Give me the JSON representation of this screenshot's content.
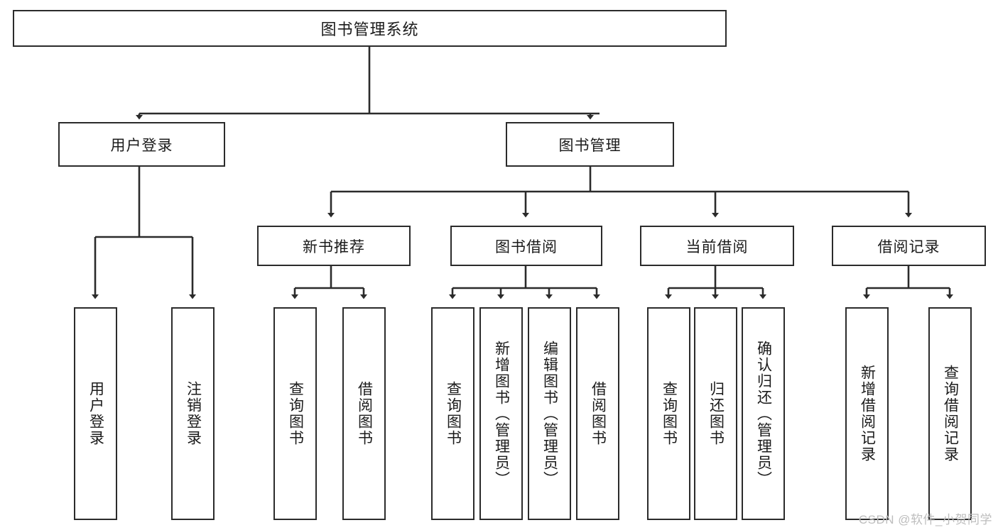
{
  "diagram": {
    "title": "图书管理系统",
    "type": "tree-hierarchy-diagram",
    "root": {
      "label": "图书管理系统"
    },
    "level2": [
      {
        "label": "用户登录"
      },
      {
        "label": "图书管理"
      }
    ],
    "level3": [
      {
        "label": "新书推荐"
      },
      {
        "label": "图书借阅"
      },
      {
        "label": "当前借阅"
      },
      {
        "label": "借阅记录"
      }
    ],
    "leaves": {
      "user_login": [
        {
          "label": "用户登录"
        },
        {
          "label": "注销登录"
        }
      ],
      "new_book_recommend": [
        {
          "label": "查询图书"
        },
        {
          "label": "借阅图书"
        }
      ],
      "book_borrow": [
        {
          "label": "查询图书"
        },
        {
          "label": "新增图书（管理员）"
        },
        {
          "label": "编辑图书（管理员）"
        },
        {
          "label": "借阅图书"
        }
      ],
      "current_borrow": [
        {
          "label": "查询图书"
        },
        {
          "label": "归还图书"
        },
        {
          "label": "确认归还（管理员）"
        }
      ],
      "borrow_record": [
        {
          "label": "新增借阅记录"
        },
        {
          "label": "查询借阅记录"
        }
      ]
    }
  },
  "watermark": {
    "text": "CSDN @软件_小贺同学"
  },
  "colors": {
    "stroke": "#2b2b2b",
    "background": "#ffffff",
    "text": "#1b1b1b",
    "watermark": "#bdbdbd"
  }
}
